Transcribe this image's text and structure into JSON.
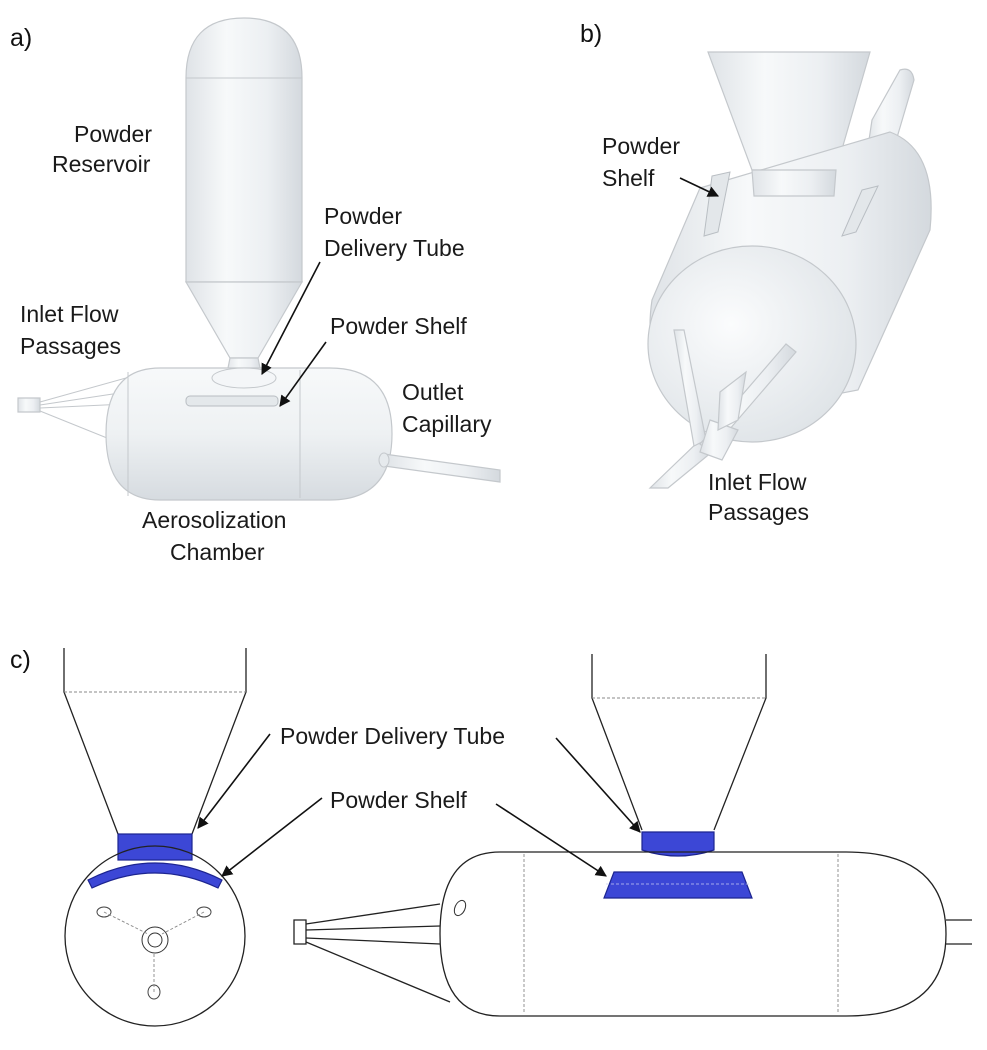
{
  "panels": {
    "a": {
      "tag": "a)",
      "labels": {
        "reservoir_1": "Powder",
        "reservoir_2": "Reservoir",
        "delivery_1": "Powder",
        "delivery_2": "Delivery Tube",
        "shelf": "Powder Shelf",
        "inlet_1": "Inlet Flow",
        "inlet_2": "Passages",
        "outlet_1": "Outlet",
        "outlet_2": "Capillary",
        "chamber_1": "Aerosolization",
        "chamber_2": "Chamber"
      }
    },
    "b": {
      "tag": "b)",
      "labels": {
        "shelf_1": "Powder",
        "shelf_2": "Shelf",
        "inlet_1": "Inlet Flow",
        "inlet_2": "Passages"
      }
    },
    "c": {
      "tag": "c)",
      "labels": {
        "delivery": "Powder Delivery Tube",
        "shelf": "Powder Shelf"
      }
    }
  },
  "colors": {
    "highlight": "#3c47d6",
    "body": "#eef1f3"
  }
}
